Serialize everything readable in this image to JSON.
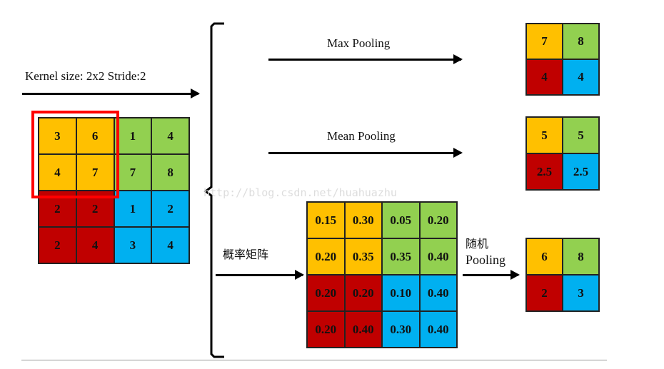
{
  "kernel_label": "Kernel size: 2x2 Stride:2",
  "colors": {
    "yellow": "#FFC000",
    "green": "#92D050",
    "red": "#C00000",
    "blue": "#00B0F0",
    "highlight": "#FF0000"
  },
  "input": {
    "values": [
      [
        "3",
        "6",
        "1",
        "4"
      ],
      [
        "4",
        "7",
        "7",
        "8"
      ],
      [
        "2",
        "2",
        "1",
        "2"
      ],
      [
        "2",
        "4",
        "3",
        "4"
      ]
    ]
  },
  "max_pooling": {
    "label": "Max Pooling",
    "values": [
      [
        "7",
        "8"
      ],
      [
        "4",
        "4"
      ]
    ]
  },
  "mean_pooling": {
    "label": "Mean Pooling",
    "values": [
      [
        "5",
        "5"
      ],
      [
        "2.5",
        "2.5"
      ]
    ]
  },
  "probability": {
    "label": "概率矩阵",
    "values": [
      [
        "0.15",
        "0.30",
        "0.05",
        "0.20"
      ],
      [
        "0.20",
        "0.35",
        "0.35",
        "0.40"
      ],
      [
        "0.20",
        "0.20",
        "0.10",
        "0.40"
      ],
      [
        "0.20",
        "0.40",
        "0.30",
        "0.40"
      ]
    ]
  },
  "stochastic_pooling": {
    "label_line1": "随机",
    "label_line2": "Pooling",
    "values": [
      [
        "6",
        "8"
      ],
      [
        "2",
        "3"
      ]
    ]
  },
  "watermark": "http://blog.csdn.net/huahuazhu"
}
